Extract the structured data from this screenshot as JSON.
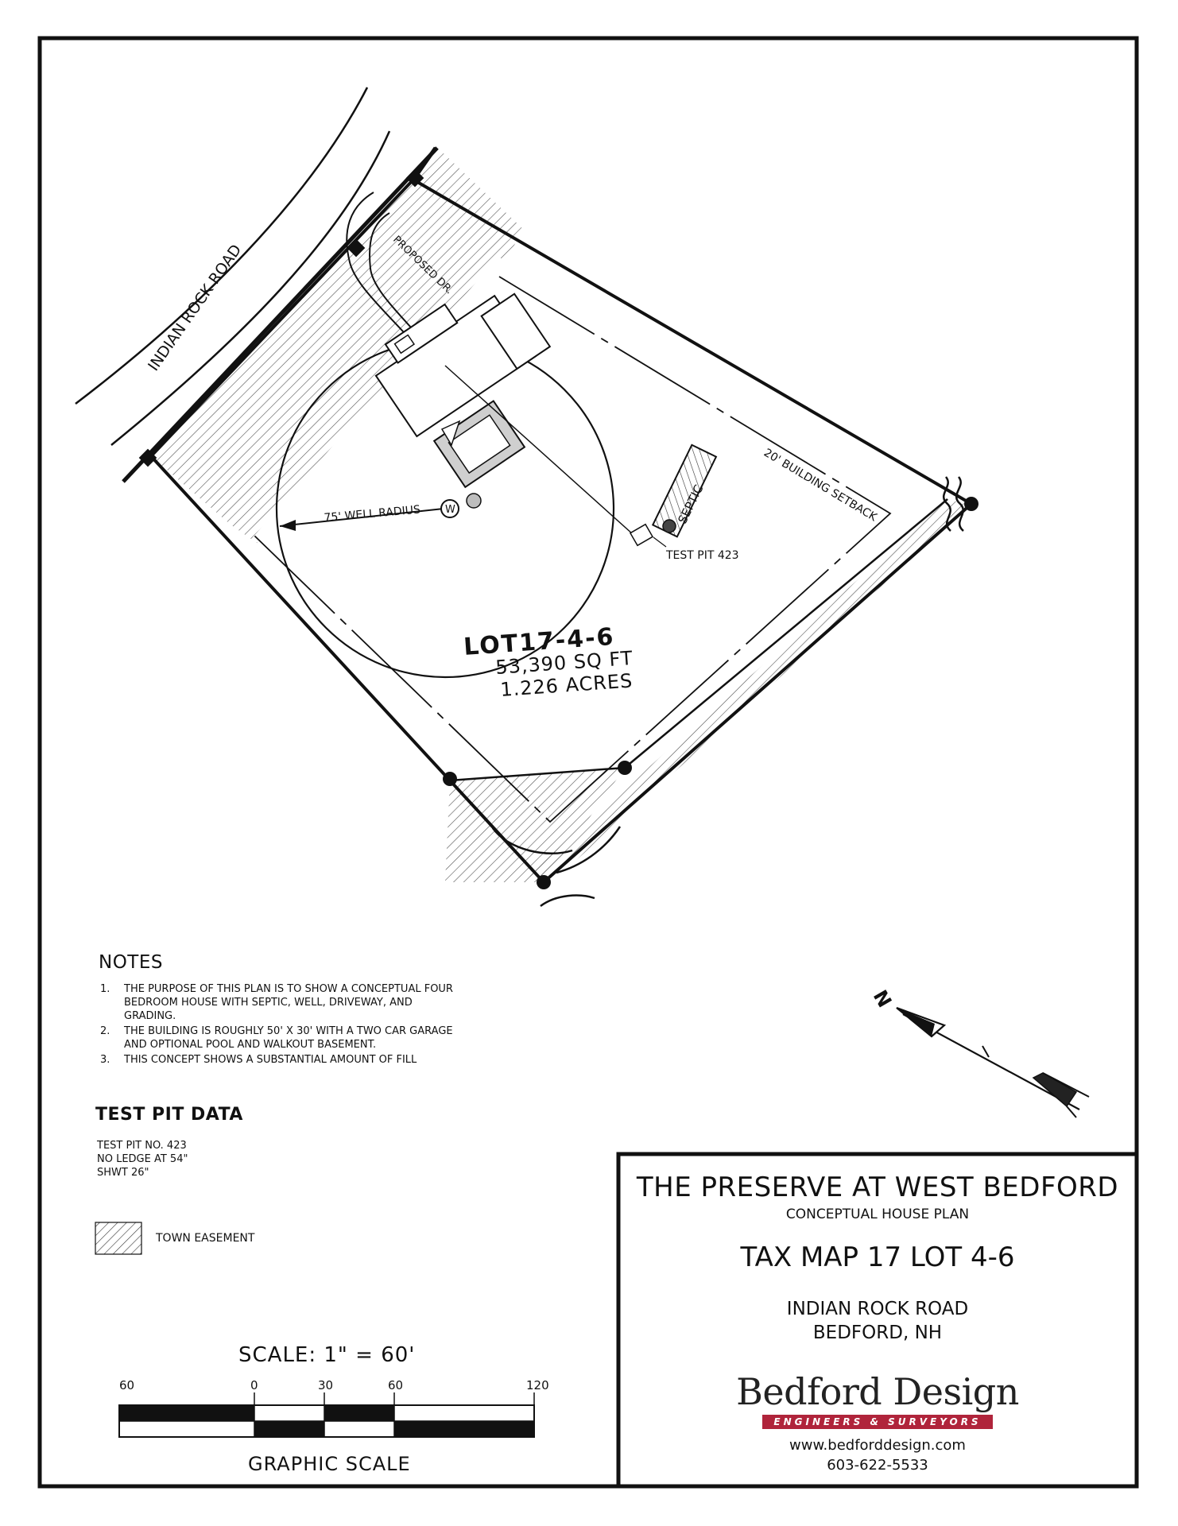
{
  "plan": {
    "road_label": "INDIAN ROCK ROAD",
    "driveway_label": "PROPOSED DR.",
    "well_radius_label": "75' WELL RADIUS",
    "well_symbol": "W",
    "septic_label": "SEPTIC",
    "setback_label": "20' BUILDING SETBACK",
    "test_pit_label": "TEST PIT 423",
    "lot_name": "LOT17-4-6",
    "lot_area_sqft": "53,390 SQ FT",
    "lot_area_acres": "1.226 ACRES",
    "north_label": "N"
  },
  "notes": {
    "heading": "NOTES",
    "items": [
      {
        "num": "1.",
        "text": "The purpose of this plan is to show a conceptual four bedroom house with septic, well, driveway, and grading."
      },
      {
        "num": "2.",
        "text": "The building is roughly 50' x 30' with a two car garage and optional pool and walkout basement."
      },
      {
        "num": "3.",
        "text": "This concept shows a substantial amount of fill"
      }
    ]
  },
  "test_pit": {
    "heading": "TEST PIT DATA",
    "lines": [
      "TEST PIT NO. 423",
      "NO LEDGE AT 54\"",
      "SHWT 26\""
    ]
  },
  "legend": {
    "easement_label": "TOWN EASEMENT"
  },
  "scale": {
    "title": "SCALE:  1\"  =  60'",
    "ticks": [
      "60",
      "0",
      "30",
      "60",
      "120"
    ],
    "caption": "GRAPHIC  SCALE"
  },
  "title_block": {
    "project": "THE PRESERVE AT WEST BEDFORD",
    "subtitle": "CONCEPTUAL HOUSE PLAN",
    "tax_map": "TAX MAP 17 LOT 4-6",
    "address_line1": "INDIAN ROCK ROAD",
    "address_line2": "BEDFORD, NH",
    "company": "Bedford Design",
    "company_tagline": "ENGINEERS & SURVEYORS",
    "website": "www.bedforddesign.com",
    "phone": "603-622-5533",
    "brand_color": "#b0243b"
  }
}
